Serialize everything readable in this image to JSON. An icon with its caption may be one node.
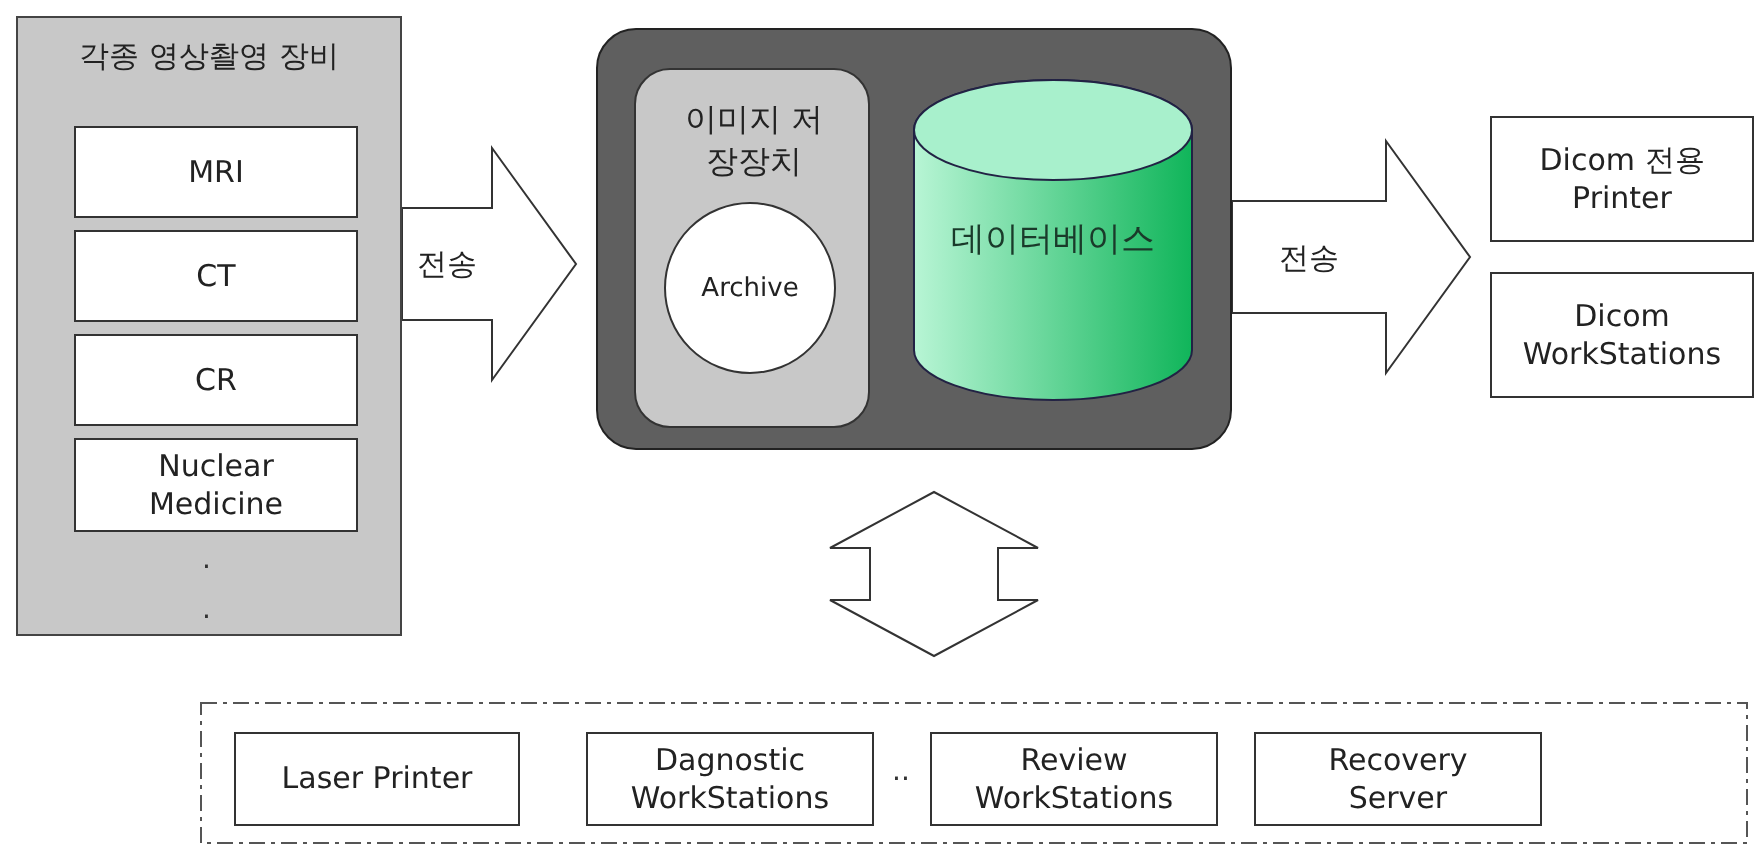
{
  "diagram": {
    "nodes": [
      {
        "text": [
          "각종 영상촬영 장비"
        ]
      },
      {
        "text": [
          "MRI"
        ],
        "in": 0
      },
      {
        "text": [
          "CT"
        ],
        "in": 0
      },
      {
        "text": [
          "CR"
        ],
        "in": 0
      },
      {
        "text": [
          "Nuclear Medicine"
        ],
        "in": 0
      },
      {
        "text": [],
        "shape": "box"
      },
      {
        "text": [
          "이미지 저장장치"
        ],
        "in": 5
      },
      {
        "text": [
          "Archive"
        ],
        "in": 6
      },
      {
        "text": [
          "데이터베이스"
        ],
        "in": 5
      },
      {
        "text": [
          "Dicom 전용 Printer"
        ]
      },
      {
        "text": [
          "Dicom WorkStations"
        ]
      },
      {
        "text": [],
        "shape": "box"
      },
      {
        "text": [
          "Laser Printer"
        ],
        "in": 11
      },
      {
        "text": [
          "Dagnostic WorkStations"
        ],
        "in": 11
      },
      {
        "text": [
          "Review WorkStations"
        ],
        "in": 11
      },
      {
        "text": [
          "Recovery Server"
        ],
        "in": 11
      }
    ],
    "edges": [
      {
        "from": 0,
        "to": 5,
        "arrow": "to",
        "label": "전송"
      },
      {
        "from": 5,
        "to": 9,
        "arrow": "to",
        "label": "전송"
      },
      {
        "from": 5,
        "to": 10,
        "arrow": "to"
      },
      {
        "from": 5,
        "to": 11,
        "arrow": "both"
      }
    ],
    "labels": [
      ".",
      ".",
      ".."
    ]
  }
}
